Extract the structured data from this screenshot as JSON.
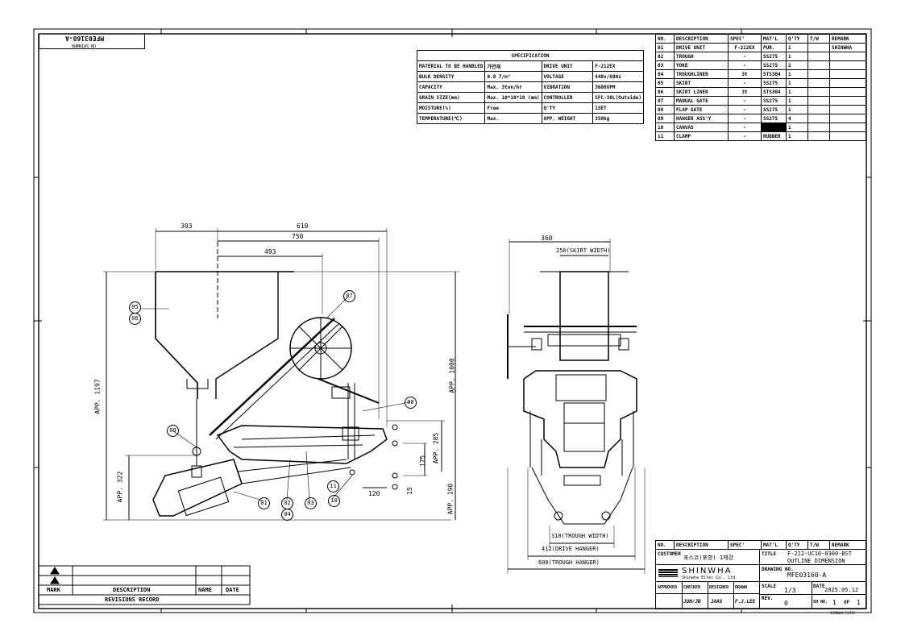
{
  "drawing_number_rotated": "MFE03160-A",
  "top_left_subtitle": "UN   SHINWHA",
  "spec": {
    "title": "SPECIFICATION",
    "rows": [
      [
        "MATERIAL TO BE HANDLED",
        "가연재",
        "DRIVE UNIT",
        "F-212EX"
      ],
      [
        "BULK DENSITY",
        "0.8 T/m³",
        "VOLTAGE",
        "440v/60Hz"
      ],
      [
        "CAPACITY",
        "Max. 3ton/hr",
        "VIBRATION",
        "3600VPM"
      ],
      [
        "GRAIN SIZE(mm)",
        "Max. 10*10*10 (mm)",
        "CONTROLLER",
        "SFC-30L(Outside)"
      ],
      [
        "MOISTURE(%)",
        "Free",
        "Q'TY",
        "1SET"
      ],
      [
        "TEMPERATURE(℃)",
        "Max.",
        "APP. WEIGHT",
        "350kg"
      ]
    ]
  },
  "parts": {
    "headers": [
      "NO.",
      "DESCRIPTION",
      "SPEC'",
      "MAT'L",
      "Q'TY",
      "T/W",
      "REMARK"
    ],
    "rows": [
      [
        "01",
        "DRIVE UNIT",
        "F-212EX",
        "PUR.",
        "1",
        "",
        "SHINWHA"
      ],
      [
        "02",
        "TROUGH",
        "-",
        "SS275",
        "1",
        "",
        ""
      ],
      [
        "03",
        "YOKE",
        "-",
        "SS275",
        "2",
        "",
        ""
      ],
      [
        "04",
        "TROUGHLINER",
        "3t",
        "STS304",
        "1",
        "",
        ""
      ],
      [
        "05",
        "SKIRT",
        "-",
        "SS275",
        "1",
        "",
        ""
      ],
      [
        "06",
        "SKIRT LINER",
        "3t",
        "STS304",
        "1",
        "",
        ""
      ],
      [
        "07",
        "MANUAL GATE",
        "-",
        "SS275",
        "1",
        "",
        ""
      ],
      [
        "08",
        "FLAP GATE",
        "-",
        "SS275",
        "1",
        "",
        ""
      ],
      [
        "09",
        "HANGER ASS'Y",
        "-",
        "SS275",
        "4",
        "",
        ""
      ],
      [
        "10",
        "CANVAS",
        "-",
        "",
        "1",
        "",
        ""
      ],
      [
        "11",
        "CLAMP",
        "-",
        "RUBBER",
        "1",
        "",
        ""
      ]
    ]
  },
  "dims_side": {
    "d303": "303",
    "d610": "610",
    "d750": "750",
    "d493": "493",
    "app1197": "APP. 1197",
    "app1000": "APP. 1000",
    "app285": "APP. 285",
    "app322": "APP. 322",
    "app190": "APP. 190",
    "d175": "175",
    "d15": "15",
    "d120": "120"
  },
  "dims_front": {
    "d360": "360",
    "skirt_width": "250(SKIRT WIDTH)",
    "trough_width": "310(TROUGH WIDTH)",
    "drive_hanger": "412(DRIVE HANGER)",
    "trough_hanger": "600(TROUGH HANGER)"
  },
  "balloons": [
    "05",
    "06",
    "07",
    "08",
    "09",
    "01",
    "02",
    "04",
    "03",
    "10",
    "11"
  ],
  "title_block": {
    "headers": [
      "NO.",
      "DESCRIPTION",
      "SPEC'",
      "MAT'L",
      "Q'TY",
      "T/W",
      "REMARK"
    ],
    "customer_label": "CUSTOMER",
    "customer": "포스코(포항) 1제강",
    "title_label": "TITLE",
    "title_line1": "F-212-UC10-0300-BST",
    "title_line2": "OUTLINE DIMENSION",
    "company": "SHINWHA",
    "company_sub": "Shinwha Eltec Co., Ltd.",
    "drawing_no_label": "DRAWING NO.",
    "drawing_no": "MFE03160-A",
    "scale_label": "SCALE",
    "scale": "1/3",
    "date_label": "DATE",
    "date": "2025.05.12",
    "approved": "APPROVED",
    "checked": "CHECKED",
    "designed": "DESIGNED",
    "drawn": "DRAWN",
    "sig1": "JUN/JB",
    "sig2": "JAAS",
    "sig3": "F.J.LEE",
    "rev_label": "REV.",
    "rev": "0",
    "sheet_label": "SH NO.",
    "sheet": "1",
    "of": "OF",
    "total": "1",
    "copyright": "SHINWHA ELTEC"
  },
  "revision": {
    "mark": "MARK",
    "description": "DESCRIPTION",
    "name": "NAME",
    "date": "DATE",
    "record": "REVISIONS RECORD"
  }
}
